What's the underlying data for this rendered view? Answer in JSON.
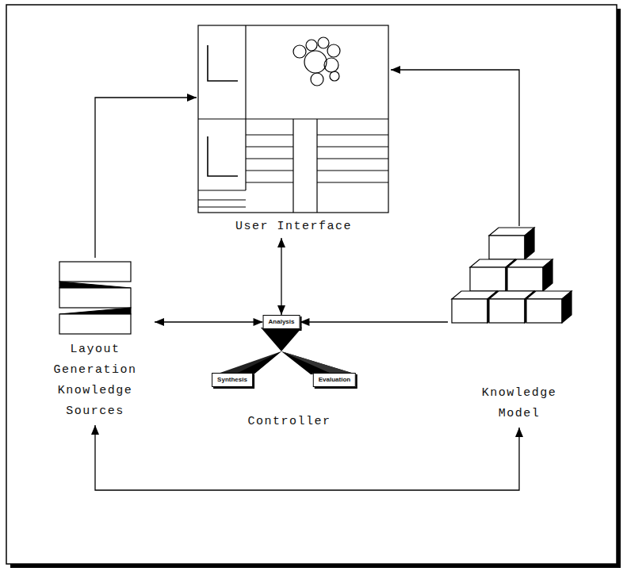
{
  "diagram": {
    "nodes": [
      {
        "text": [
          "User Interface"
        ]
      },
      {
        "text": [
          "Layout Generation Knowledge Sources"
        ]
      },
      {
        "text": [
          "Controller"
        ]
      },
      {
        "text": [
          "Analysis"
        ],
        "in": 2
      },
      {
        "text": [
          "Synthesis"
        ],
        "in": 2
      },
      {
        "text": [
          "Evaluation"
        ],
        "in": 2
      },
      {
        "text": [
          "Knowledge Model"
        ]
      }
    ],
    "edges": [
      {
        "from": 1,
        "to": 0,
        "arrow": "to"
      },
      {
        "from": 6,
        "to": 0,
        "arrow": "to"
      },
      {
        "from": 0,
        "to": 3,
        "arrow": "both"
      },
      {
        "from": 1,
        "to": 3,
        "arrow": "both"
      },
      {
        "from": 6,
        "to": 3,
        "arrow": "to"
      },
      {
        "from": 1,
        "to": 6,
        "arrow": "both"
      }
    ]
  }
}
